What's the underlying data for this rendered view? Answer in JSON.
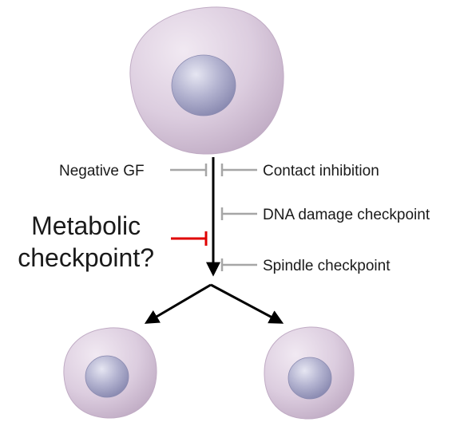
{
  "labels": {
    "negative_gf": "Negative GF",
    "contact_inhibition": "Contact inhibition",
    "dna_damage": "DNA damage checkpoint",
    "spindle": "Spindle checkpoint",
    "metabolic_line1": "Metabolic",
    "metabolic_line2": "checkpoint?"
  },
  "colors": {
    "cell_fill": "#d9c9dc",
    "cell_edge": "#b9a3bd",
    "nucleus_fill": "#a3a3c4",
    "nucleus_edge": "#7f7fa8",
    "main_arrow": "#000000",
    "inhibitor_gray": "#a6a6a6",
    "inhibitor_red": "#e00000",
    "text": "#1a1a1a"
  }
}
